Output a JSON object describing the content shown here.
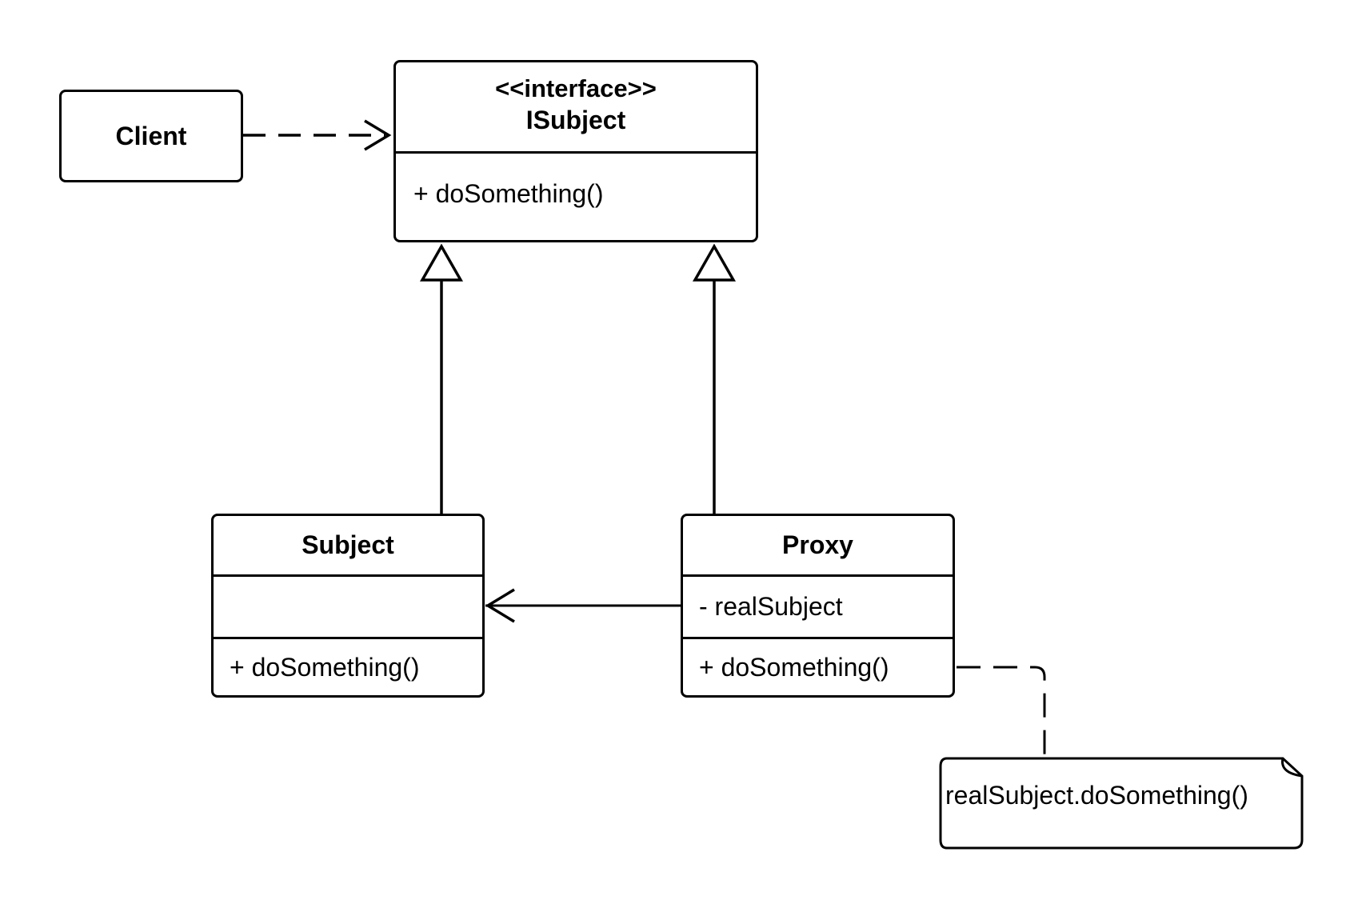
{
  "client": {
    "name": "Client"
  },
  "isubject": {
    "stereotype": "<<interface>>",
    "name": "ISubject",
    "operations": [
      "+ doSomething()"
    ]
  },
  "subject": {
    "name": "Subject",
    "attributes": [],
    "operations": [
      "+ doSomething()"
    ]
  },
  "proxy": {
    "name": "Proxy",
    "attributes": [
      "- realSubject"
    ],
    "operations": [
      "+ doSomething()"
    ]
  },
  "note": {
    "text": "realSubject.doSomething()"
  },
  "relations": [
    {
      "type": "dependency",
      "from": "Client",
      "to": "ISubject"
    },
    {
      "type": "realization",
      "from": "Subject",
      "to": "ISubject"
    },
    {
      "type": "realization",
      "from": "Proxy",
      "to": "ISubject"
    },
    {
      "type": "association",
      "from": "Proxy",
      "to": "Subject"
    },
    {
      "type": "note-anchor",
      "from": "note",
      "to": "Proxy.doSomething"
    }
  ],
  "colors": {
    "stroke": "#000000",
    "background": "#ffffff"
  }
}
